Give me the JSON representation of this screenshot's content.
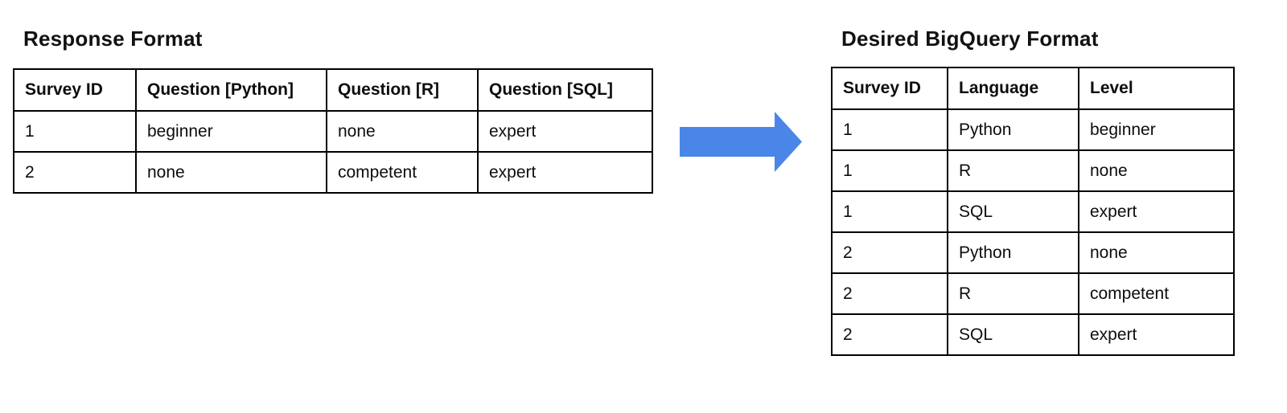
{
  "page": {
    "background_color": "#ffffff",
    "text_color": "#0d0d0d",
    "border_color": "#000000"
  },
  "left_table": {
    "title": "Response Format",
    "headers": [
      "Survey ID",
      "Question [Python]",
      "Question [R]",
      "Question [SQL]"
    ],
    "rows": [
      [
        "1",
        "beginner",
        "none",
        "expert"
      ],
      [
        "2",
        "none",
        "competent",
        "expert"
      ]
    ]
  },
  "arrow": {
    "direction": "right",
    "color": "#4a86e8"
  },
  "right_table": {
    "title": "Desired BigQuery Format",
    "headers": [
      "Survey ID",
      "Language",
      "Level"
    ],
    "rows": [
      [
        "1",
        "Python",
        "beginner"
      ],
      [
        "1",
        "R",
        "none"
      ],
      [
        "1",
        "SQL",
        "expert"
      ],
      [
        "2",
        "Python",
        "none"
      ],
      [
        "2",
        "R",
        "competent"
      ],
      [
        "2",
        "SQL",
        "expert"
      ]
    ]
  }
}
